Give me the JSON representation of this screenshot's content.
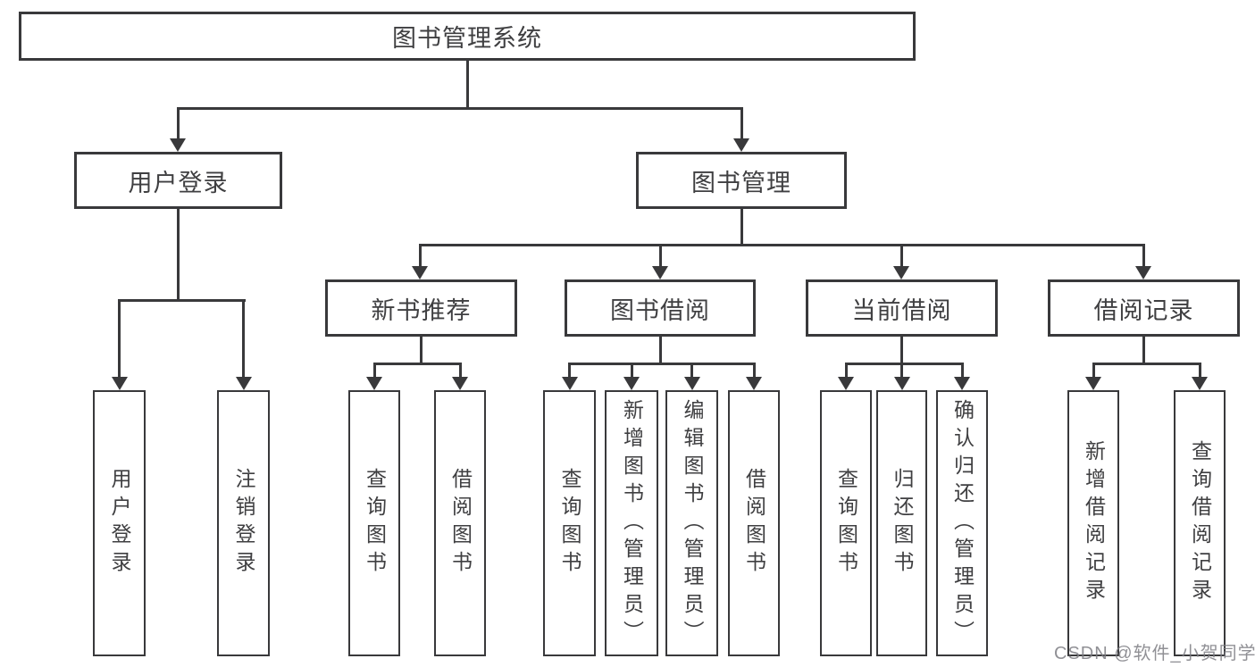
{
  "tree": {
    "root": "图书管理系统",
    "branches": [
      {
        "label": "用户登录",
        "children": [
          "用户登录",
          "注销登录"
        ]
      },
      {
        "label": "图书管理",
        "groups": [
          {
            "label": "新书推荐",
            "children": [
              "查询图书",
              "借阅图书"
            ]
          },
          {
            "label": "图书借阅",
            "children": [
              "查询图书",
              "新增图书（管理员）",
              "编辑图书（管理员）",
              "借阅图书"
            ]
          },
          {
            "label": "当前借阅",
            "children": [
              "查询图书",
              "归还图书",
              "确认归还（管理员）"
            ]
          },
          {
            "label": "借阅记录",
            "children": [
              "新增借阅记录",
              "查询借阅记录"
            ]
          }
        ]
      }
    ]
  },
  "watermark": {
    "text": "CSDN @软件_小贺同学"
  },
  "colors": {
    "line": "#39393b",
    "box_border": "#39393b",
    "text": "#3f3f41",
    "background": "#ffffff",
    "watermark": "#7d7d82"
  }
}
